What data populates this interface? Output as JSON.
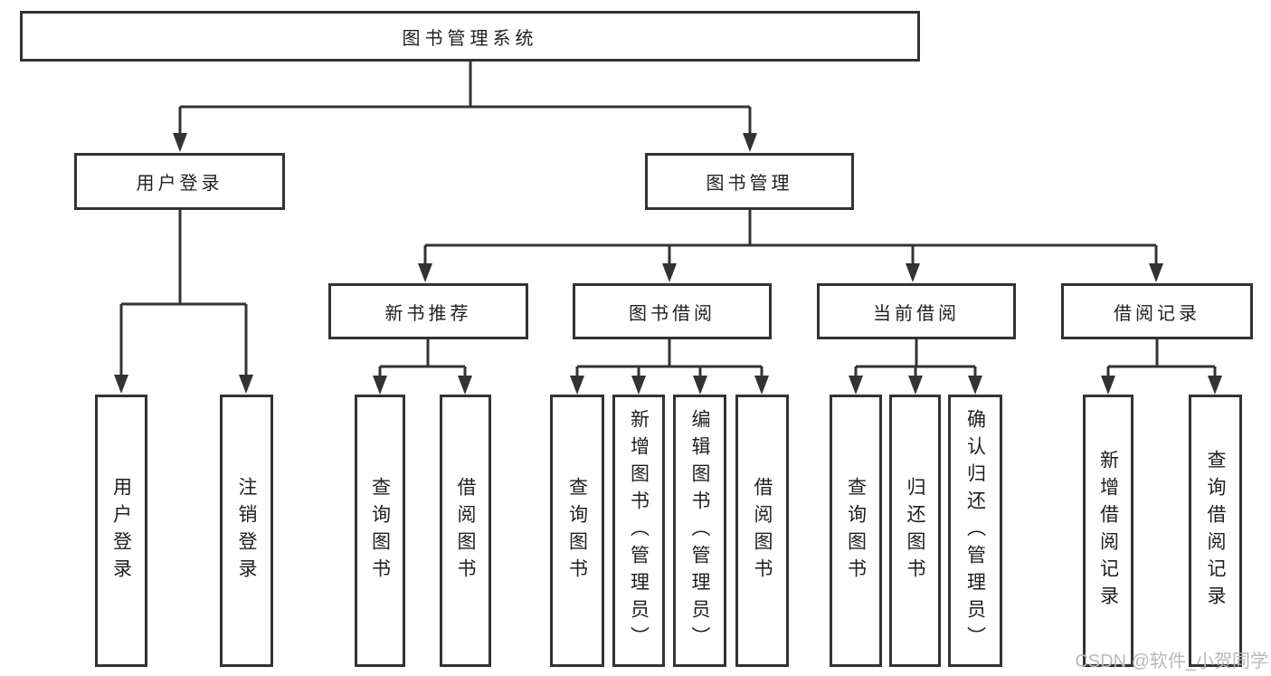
{
  "colors": {
    "background": "#ffffff",
    "line": "#333333",
    "text": "#1f1f1f",
    "watermark-color": "#b9b9b9"
  },
  "diagram": {
    "type": "hierarchy-tree",
    "root": {
      "label": "图书管理系统"
    },
    "branches": [
      {
        "label": "用户登录",
        "children": [
          {
            "label": "用户登录"
          },
          {
            "label": "注销登录"
          }
        ]
      },
      {
        "label": "图书管理",
        "children": [
          {
            "label": "新书推荐",
            "children": [
              {
                "label": "查询图书"
              },
              {
                "label": "借阅图书"
              }
            ]
          },
          {
            "label": "图书借阅",
            "children": [
              {
                "label": "查询图书"
              },
              {
                "label": "新增图书（管理员）"
              },
              {
                "label": "编辑图书（管理员）"
              },
              {
                "label": "借阅图书"
              }
            ]
          },
          {
            "label": "当前借阅",
            "children": [
              {
                "label": "查询图书"
              },
              {
                "label": "归还图书"
              },
              {
                "label": "确认归还（管理员）"
              }
            ]
          },
          {
            "label": "借阅记录",
            "children": [
              {
                "label": "新增借阅记录"
              },
              {
                "label": "查询借阅记录"
              }
            ]
          }
        ]
      }
    ]
  },
  "watermark": {
    "text": "CSDN @软件_小贺同学"
  }
}
